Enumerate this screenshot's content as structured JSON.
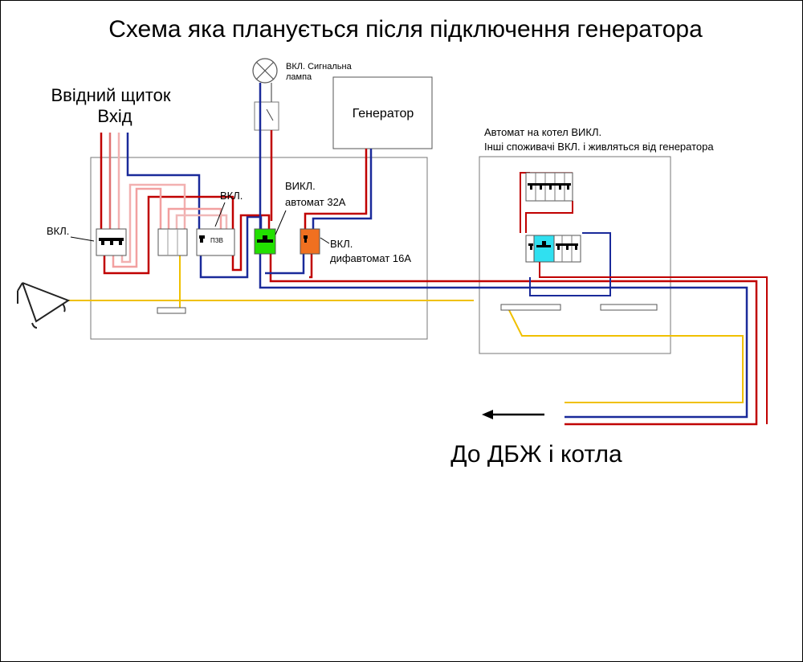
{
  "title": "Схема яка планується після підключення генератора",
  "input_panel": {
    "label_line1": "Ввідний щиток",
    "label_line2": "Вхід"
  },
  "signal_lamp": {
    "label_line1": "ВКЛ. Сигнальна",
    "label_line2": "лампа"
  },
  "generator": {
    "label": "Генератор"
  },
  "labels": {
    "main_breaker": "ВКЛ.",
    "rcd": "ВКЛ.",
    "rcd_device": "ПЗВ",
    "breaker_32_line1": "ВИКЛ.",
    "breaker_32_line2": "автомат 32А",
    "diff_16_line1": "ВКЛ.",
    "diff_16_line2": "дифавтомат 16А"
  },
  "right_panel": {
    "note_line1": "Автомат на котел ВИКЛ.",
    "note_line2": "Інші споживачі ВКЛ. і живляться від генератора"
  },
  "destination": {
    "label": "До ДБЖ і котла"
  },
  "colors": {
    "phase_red": "#c00000",
    "phase_pink": "#f2a0a0",
    "neutral_blue": "#1a2a9a",
    "ground_yellow": "#f0c000",
    "breaker_green": "#22e000",
    "breaker_orange": "#f07020",
    "breaker_cyan": "#30e0f0"
  }
}
